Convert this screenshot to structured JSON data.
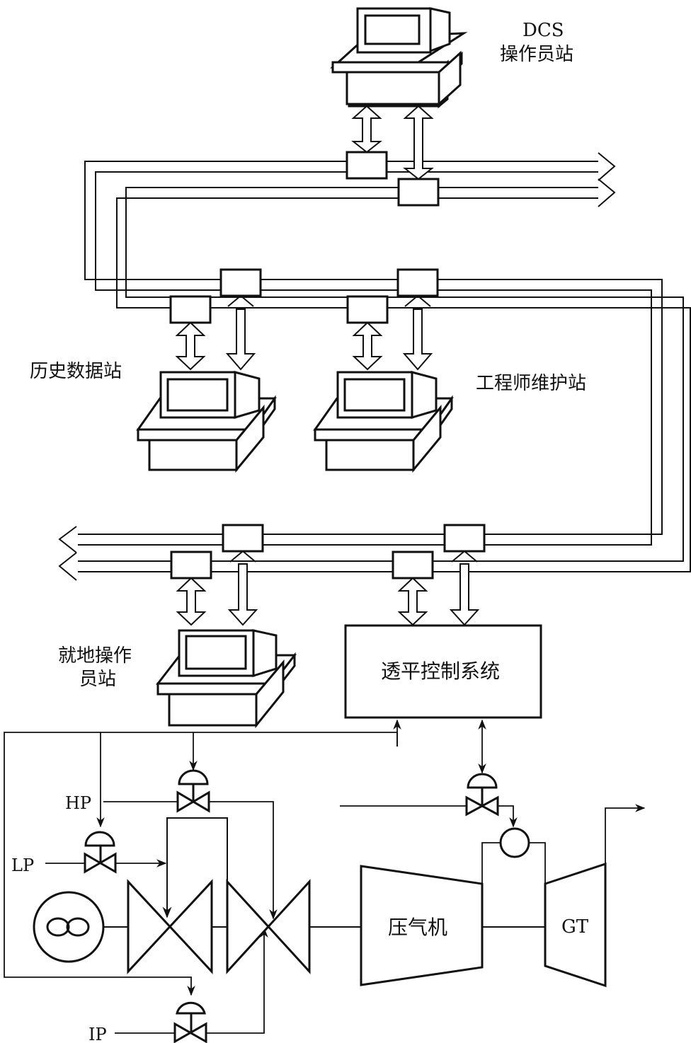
{
  "diagram": {
    "type": "DCS network and turbo-compressor control schematic",
    "stations": {
      "dcs_operator": {
        "line1": "DCS",
        "line2": "操作员站"
      },
      "history_data": {
        "label": "历史数据站"
      },
      "engineer": {
        "label": "工程师维护站"
      },
      "local_operator": {
        "line1": "就地操作",
        "line2": "员站"
      }
    },
    "control_system": {
      "label": "透平控制系统"
    },
    "process": {
      "compressor": "压气机",
      "gas_turbine": "GT",
      "steam_inputs": [
        "HP",
        "LP",
        "IP"
      ]
    },
    "colors": {
      "stroke": "#111111",
      "background": "#ffffff"
    }
  }
}
